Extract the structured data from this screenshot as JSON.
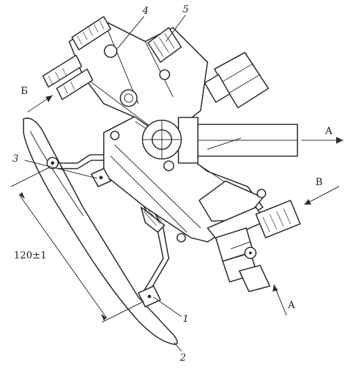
{
  "callouts": {
    "c1": "1",
    "c2": "2",
    "c3": "3",
    "c4": "4",
    "c5": "5"
  },
  "letters": {
    "b_cyr": "Б",
    "v_cyr": "В",
    "a_right": "А",
    "a_bottom": "А"
  },
  "dimension": {
    "text": "120±1"
  },
  "colors": {
    "ink": "#2b2b2b",
    "paper": "#ffffff"
  }
}
